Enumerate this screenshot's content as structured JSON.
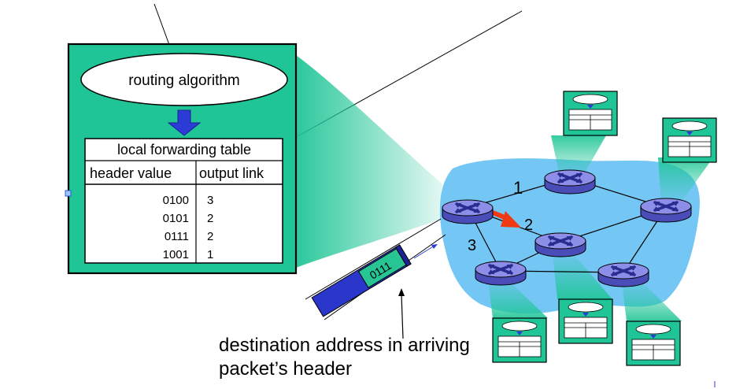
{
  "router_box": {
    "algorithm_label": "routing algorithm",
    "table_title": "local forwarding table",
    "col_header_value": "header value",
    "col_output_link": "output link",
    "rows": [
      {
        "header": "0100",
        "link": "3"
      },
      {
        "header": "0101",
        "link": "2"
      },
      {
        "header": "0111",
        "link": "2"
      },
      {
        "header": "1001",
        "link": "1"
      }
    ]
  },
  "network": {
    "link_labels": [
      "1",
      "2",
      "3"
    ]
  },
  "packet": {
    "header_value": "0111"
  },
  "caption": {
    "line1": "destination address in arriving",
    "line2": "packet’s header"
  },
  "colors": {
    "router_box_fill": "#1fc596",
    "network_cloud": "#74c7f5",
    "router_disk": "#8c8ee8",
    "arrow_down": "#2c3bd6",
    "forward_arrow": "#f03a14",
    "packet_body": "#2a35c9",
    "packet_header": "#27c494"
  }
}
